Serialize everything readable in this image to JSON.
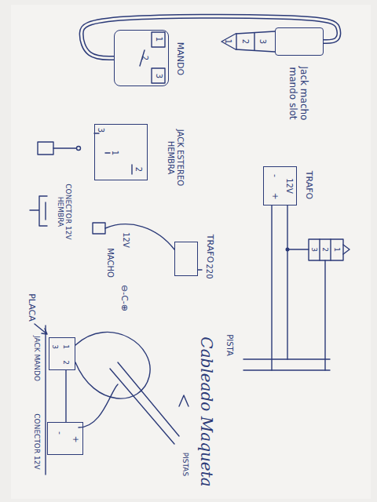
{
  "diagram": {
    "nodes": [
      {
        "text": [
          "MANDO"
        ]
      },
      {
        "text": [
          "Jack macho mando slot"
        ]
      },
      {
        "text": [
          "JACK ESTEREO HEMBRA"
        ]
      },
      {
        "text": [
          "TRAFO"
        ]
      },
      {
        "text": [
          "TRAFO"
        ]
      },
      {
        "text": [
          "JACK MANDO"
        ]
      },
      {
        "text": [
          "CONECTOR 12V"
        ]
      }
    ],
    "edges": [
      {
        "from": 0,
        "to": 1,
        "arrow": "none"
      }
    ],
    "labels": [
      "1",
      "2",
      "3",
      "3",
      "2",
      "1",
      "3",
      "1",
      "2",
      "CONECTOR 12V HEMBRA",
      "12V",
      "-",
      "+",
      "3",
      "2",
      "1",
      "PISTA",
      "12V",
      "MACHO",
      "⊖-C-⊕",
      "220",
      "PLACA",
      "3",
      "1",
      "2",
      "-",
      "+",
      "PISTAS",
      "Cableado Maqueta"
    ]
  }
}
